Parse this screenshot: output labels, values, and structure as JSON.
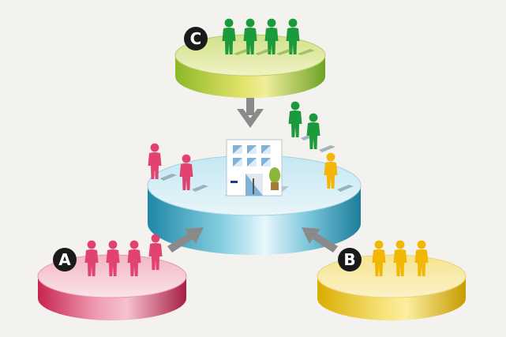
{
  "diagram": {
    "groups": [
      {
        "id": "A",
        "label": "A",
        "color": "#e2426f",
        "people_count": 4
      },
      {
        "id": "B",
        "label": "B",
        "color": "#f2b705",
        "people_count": 3
      },
      {
        "id": "C",
        "label": "C",
        "color": "#1a9a3a",
        "people_count": 4
      }
    ],
    "center": {
      "icon": "office-building-icon",
      "people": [
        {
          "group": "A",
          "count": 2
        },
        {
          "group": "C",
          "count": 2
        },
        {
          "group": "B",
          "count": 1
        }
      ]
    },
    "arrows": [
      {
        "from": "C",
        "to": "center",
        "icon": "arrow-down-icon"
      },
      {
        "from": "A",
        "to": "center",
        "icon": "arrow-up-right-icon"
      },
      {
        "from": "B",
        "to": "center",
        "icon": "arrow-up-left-icon"
      }
    ],
    "colors": {
      "background": "#f3f2ee",
      "platform_center": "#3fa9c9",
      "platform_a": "#d9456f",
      "platform_b": "#e6c21a",
      "platform_c": "#9cc23f",
      "arrow": "#8a8a8a",
      "badge": "#1a1a1a"
    }
  }
}
